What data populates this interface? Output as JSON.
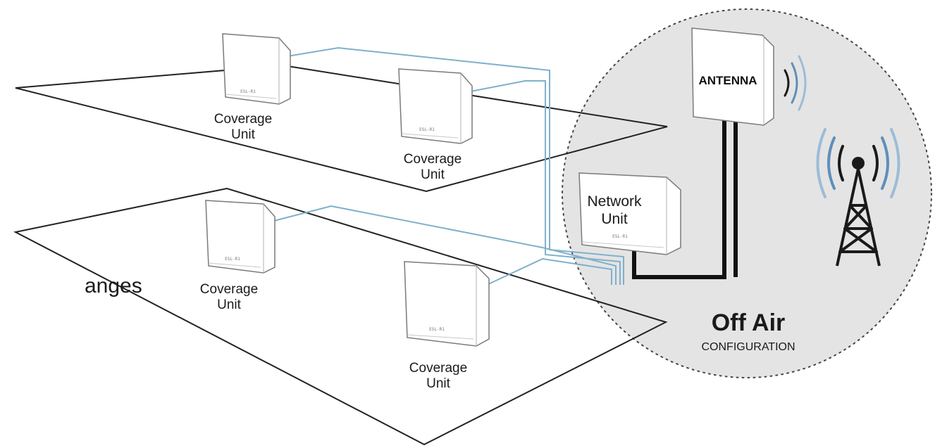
{
  "left_partial_text": "anges",
  "coverage_units": [
    {
      "label_line1": "Coverage",
      "label_line2": "Unit",
      "device_tag": "ESL-R1"
    },
    {
      "label_line1": "Coverage",
      "label_line2": "Unit",
      "device_tag": "ESL-R1"
    },
    {
      "label_line1": "Coverage",
      "label_line2": "Unit",
      "device_tag": "ESL-R1"
    },
    {
      "label_line1": "Coverage",
      "label_line2": "Unit",
      "device_tag": "ESL-R1"
    }
  ],
  "network_unit": {
    "label_line1": "Network",
    "label_line2": "Unit",
    "device_tag": "ESL-R1"
  },
  "antenna": {
    "label": "ANTENNA"
  },
  "configuration": {
    "title": "Off Air",
    "subtitle": "CONFIGURATION"
  },
  "colors": {
    "cable_blue": "#7fb0cc",
    "cable_black": "#111111",
    "floor_outline": "#222222",
    "circle_fill": "#e4e4e4",
    "device_fill": "#ffffff",
    "device_stroke": "#7a7a7a",
    "signal_blue": "#7fa9cc"
  },
  "icons": [
    "coverage-unit-icon",
    "network-unit-icon",
    "antenna-panel-icon",
    "signal-waves-icon",
    "cell-tower-icon"
  ]
}
